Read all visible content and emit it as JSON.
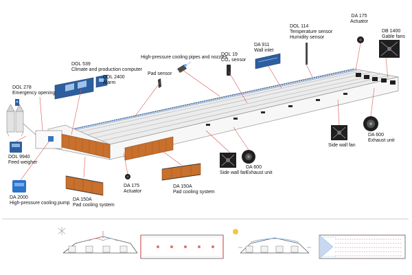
{
  "labels": {
    "dol278": {
      "code": "DOL 278",
      "name": "Emergency opening"
    },
    "dol539": {
      "code": "DOL 539",
      "name": "Climate and production computer"
    },
    "dol2400": {
      "code": "DOL 2400",
      "name": "Alarm"
    },
    "pad_sensor": {
      "name": "Pad sensor"
    },
    "hp_pipes": {
      "name": "High-pressure cooling pipes and nozzles"
    },
    "dol19": {
      "code": "DOL 19",
      "name": "CO₂ sensor"
    },
    "da911": {
      "code": "DA 911",
      "name": "Wall inlet"
    },
    "dol114": {
      "code": "DOL 114",
      "line1": "Temperature sensor",
      "line2": "Humidity sensor"
    },
    "da175_top": {
      "code": "DA 175",
      "name": "Actuator"
    },
    "db1400": {
      "code": "DB 1400",
      "name": "Gable fans"
    },
    "dol9940": {
      "code": "DOL 9940",
      "name": "Feed weigher"
    },
    "da600_right": {
      "code": "DA 600",
      "name": "Exhaust unit"
    },
    "side_fan_right": {
      "name": "Side wall fan"
    },
    "da600_mid": {
      "code": "DA 600",
      "name": "Exhaust unit"
    },
    "side_fan_mid": {
      "name": "Side wall fan"
    },
    "da2000": {
      "code": "DA 2000",
      "name": "High-pressure cooling pump"
    },
    "da150a_left": {
      "code": "DA 150A",
      "name": "Pad cooling system"
    },
    "da175_bottom": {
      "code": "DA 175",
      "name": "Actuator"
    },
    "da150a_mid": {
      "code": "DA 150A",
      "name": "Pad cooling system"
    }
  },
  "colors": {
    "pad": "#c8702c",
    "device_blue": "#2d5f9e",
    "leader_red": "#d9534f",
    "roof": "#e8e8e8",
    "fan_dark": "#2b2b2b"
  },
  "icons": {
    "silo": "silo-icon",
    "fan": "fan-icon",
    "pump": "pump-icon",
    "computer": "computer-icon",
    "sensor": "sensor-icon",
    "nozzle": "nozzle-icon",
    "actuator": "actuator-icon"
  }
}
